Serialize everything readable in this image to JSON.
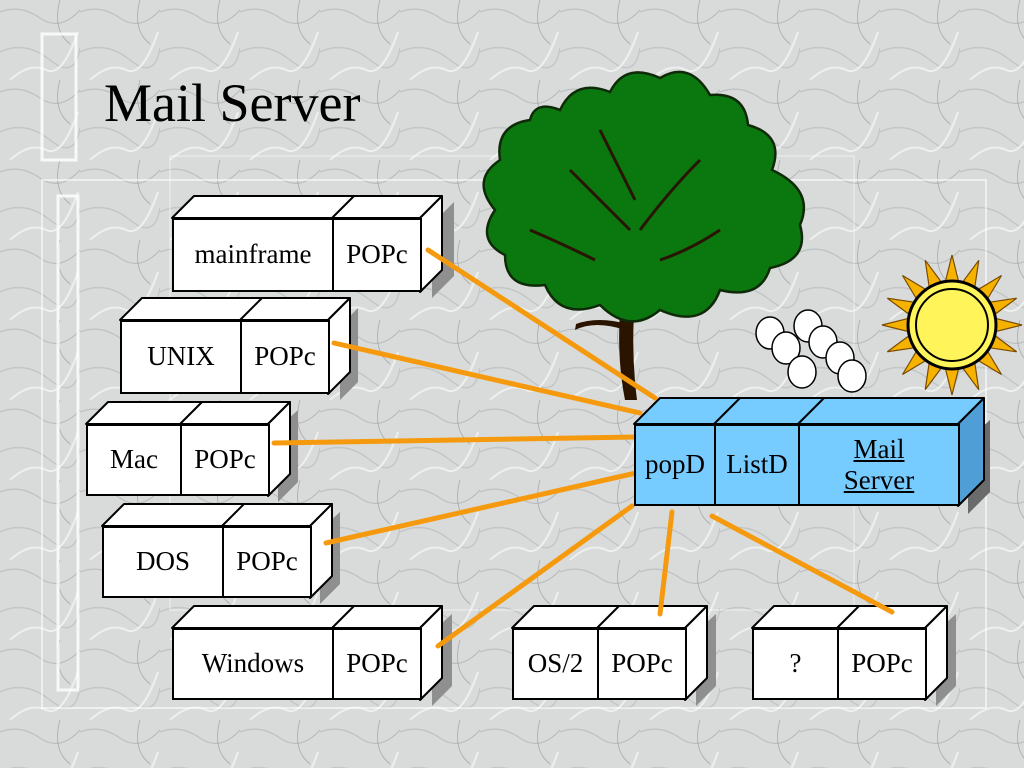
{
  "title": "Mail Server",
  "clients": [
    {
      "os": "mainframe",
      "client": "POPc"
    },
    {
      "os": "UNIX",
      "client": "POPc"
    },
    {
      "os": "Mac",
      "client": "POPc"
    },
    {
      "os": "DOS",
      "client": "POPc"
    },
    {
      "os": "Windows",
      "client": "POPc"
    },
    {
      "os": "OS/2",
      "client": "POPc"
    },
    {
      "os": "?",
      "client": "POPc"
    }
  ],
  "server": {
    "pop": "popD",
    "list": "ListD",
    "mail_line1": "Mail",
    "mail_line2": "Server"
  },
  "colors": {
    "connector": "#f59a0e",
    "server_fill": "#77ccff",
    "tree_foliage": "#0a780e",
    "sun_fill": "#fff45a",
    "sun_rays": "#f5b300"
  },
  "icons": [
    "tree-icon",
    "sun-icon",
    "eggs-icon"
  ]
}
